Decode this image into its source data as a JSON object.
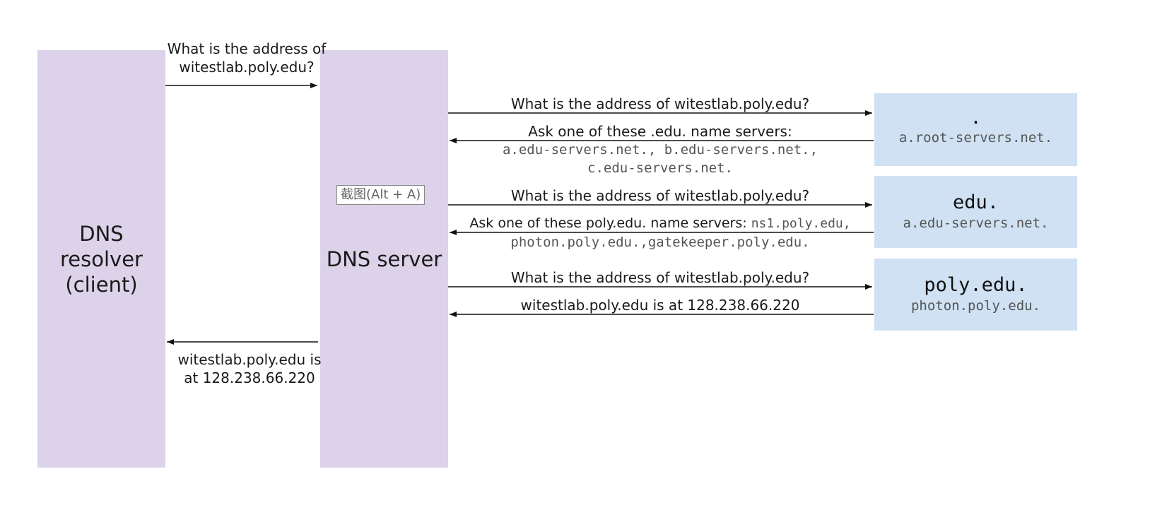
{
  "client": {
    "label": "DNS\nresolver\n(client)"
  },
  "server": {
    "label": "DNS server"
  },
  "client_query": {
    "line1": "What is the address of",
    "line2": "witestlab.poly.edu?"
  },
  "client_answer": {
    "line1": "witestlab.poly.edu is",
    "line2": "at 128.238.66.220"
  },
  "root": {
    "name": ".",
    "host": "a.root-servers.net.",
    "query": "What is the address of witestlab.poly.edu?",
    "reply_text": "Ask one of these .edu. name servers:",
    "reply_servers_1": "a.edu-servers.net., b.edu-servers.net.,",
    "reply_servers_2": "c.edu-servers.net."
  },
  "edu": {
    "name": "edu.",
    "host": "a.edu-servers.net.",
    "query": "What is the address of witestlab.poly.edu?",
    "reply_text": "Ask one of these poly.edu. name servers: ",
    "reply_servers_1": "ns1.poly.edu,",
    "reply_servers_2": "photon.poly.edu.,gatekeeper.poly.edu."
  },
  "poly": {
    "name": "poly.edu.",
    "host": "photon.poly.edu.",
    "query": "What is the address of witestlab.poly.edu?",
    "reply_text": "witestlab.poly.edu is at 128.238.66.220"
  },
  "overlay": {
    "screenshot_tag": "截图(Alt + A)"
  }
}
